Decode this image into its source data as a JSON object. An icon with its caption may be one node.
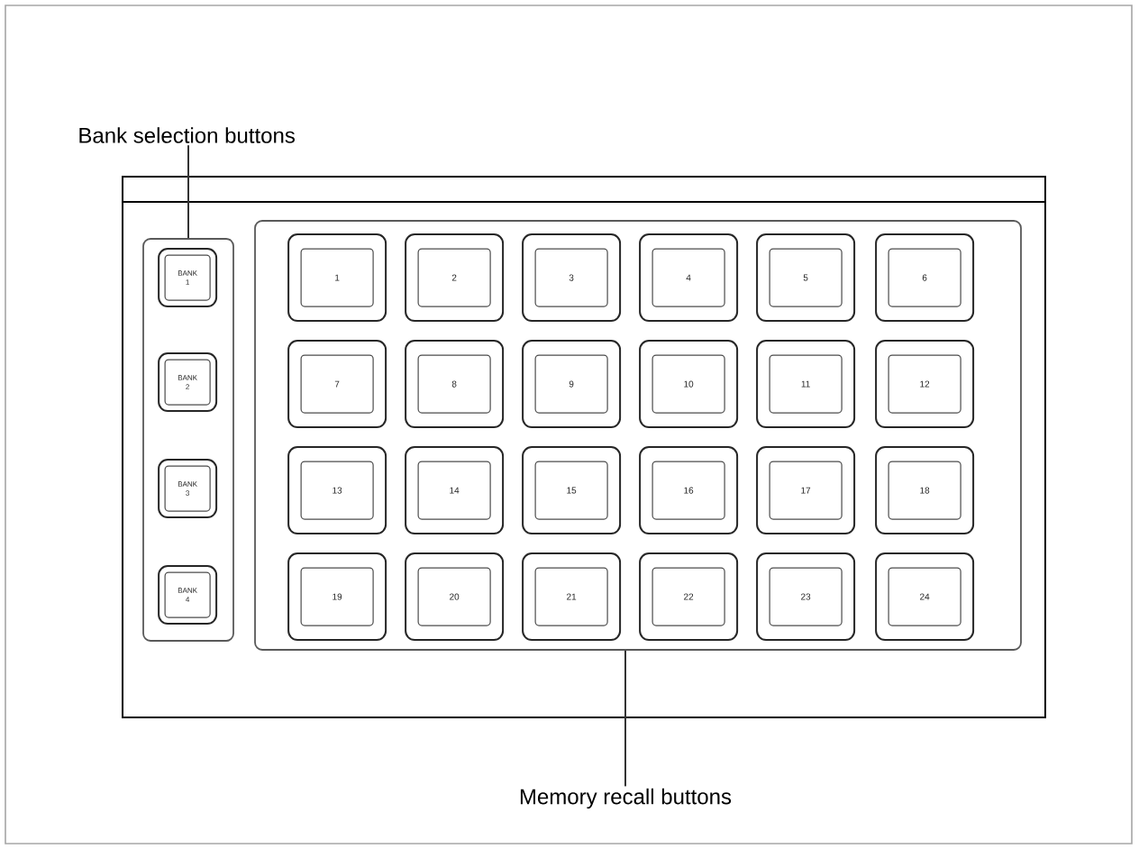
{
  "diagram": {
    "nodes": [
      {
        "text": [
          "Bank selection buttons"
        ]
      },
      {
        "text": [],
        "shape": "box"
      },
      {
        "text": [],
        "shape": "box",
        "in": 1
      },
      {
        "text": [
          "BANK 1"
        ],
        "in": 2
      },
      {
        "text": [
          "BANK 2"
        ],
        "in": 2
      },
      {
        "text": [
          "BANK 3"
        ],
        "in": 2
      },
      {
        "text": [
          "BANK 4"
        ],
        "in": 2
      },
      {
        "text": [],
        "shape": "box",
        "in": 1
      },
      {
        "text": [
          "1"
        ],
        "in": 7
      },
      {
        "text": [
          "2"
        ],
        "in": 7
      },
      {
        "text": [
          "3"
        ],
        "in": 7
      },
      {
        "text": [
          "4"
        ],
        "in": 7
      },
      {
        "text": [
          "5"
        ],
        "in": 7
      },
      {
        "text": [
          "6"
        ],
        "in": 7
      },
      {
        "text": [
          "7"
        ],
        "in": 7
      },
      {
        "text": [
          "8"
        ],
        "in": 7
      },
      {
        "text": [
          "9"
        ],
        "in": 7
      },
      {
        "text": [
          "10"
        ],
        "in": 7
      },
      {
        "text": [
          "11"
        ],
        "in": 7
      },
      {
        "text": [
          "12"
        ],
        "in": 7
      },
      {
        "text": [
          "13"
        ],
        "in": 7
      },
      {
        "text": [
          "14"
        ],
        "in": 7
      },
      {
        "text": [
          "15"
        ],
        "in": 7
      },
      {
        "text": [
          "16"
        ],
        "in": 7
      },
      {
        "text": [
          "17"
        ],
        "in": 7
      },
      {
        "text": [
          "18"
        ],
        "in": 7
      },
      {
        "text": [
          "19"
        ],
        "in": 7
      },
      {
        "text": [
          "20"
        ],
        "in": 7
      },
      {
        "text": [
          "21"
        ],
        "in": 7
      },
      {
        "text": [
          "22"
        ],
        "in": 7
      },
      {
        "text": [
          "23"
        ],
        "in": 7
      },
      {
        "text": [
          "24"
        ],
        "in": 7
      },
      {
        "text": [
          "Memory recall buttons"
        ]
      }
    ],
    "edges": [
      {
        "from": 0,
        "to": 2,
        "arrow": "none"
      },
      {
        "from": 32,
        "to": 7,
        "arrow": "none"
      }
    ]
  }
}
